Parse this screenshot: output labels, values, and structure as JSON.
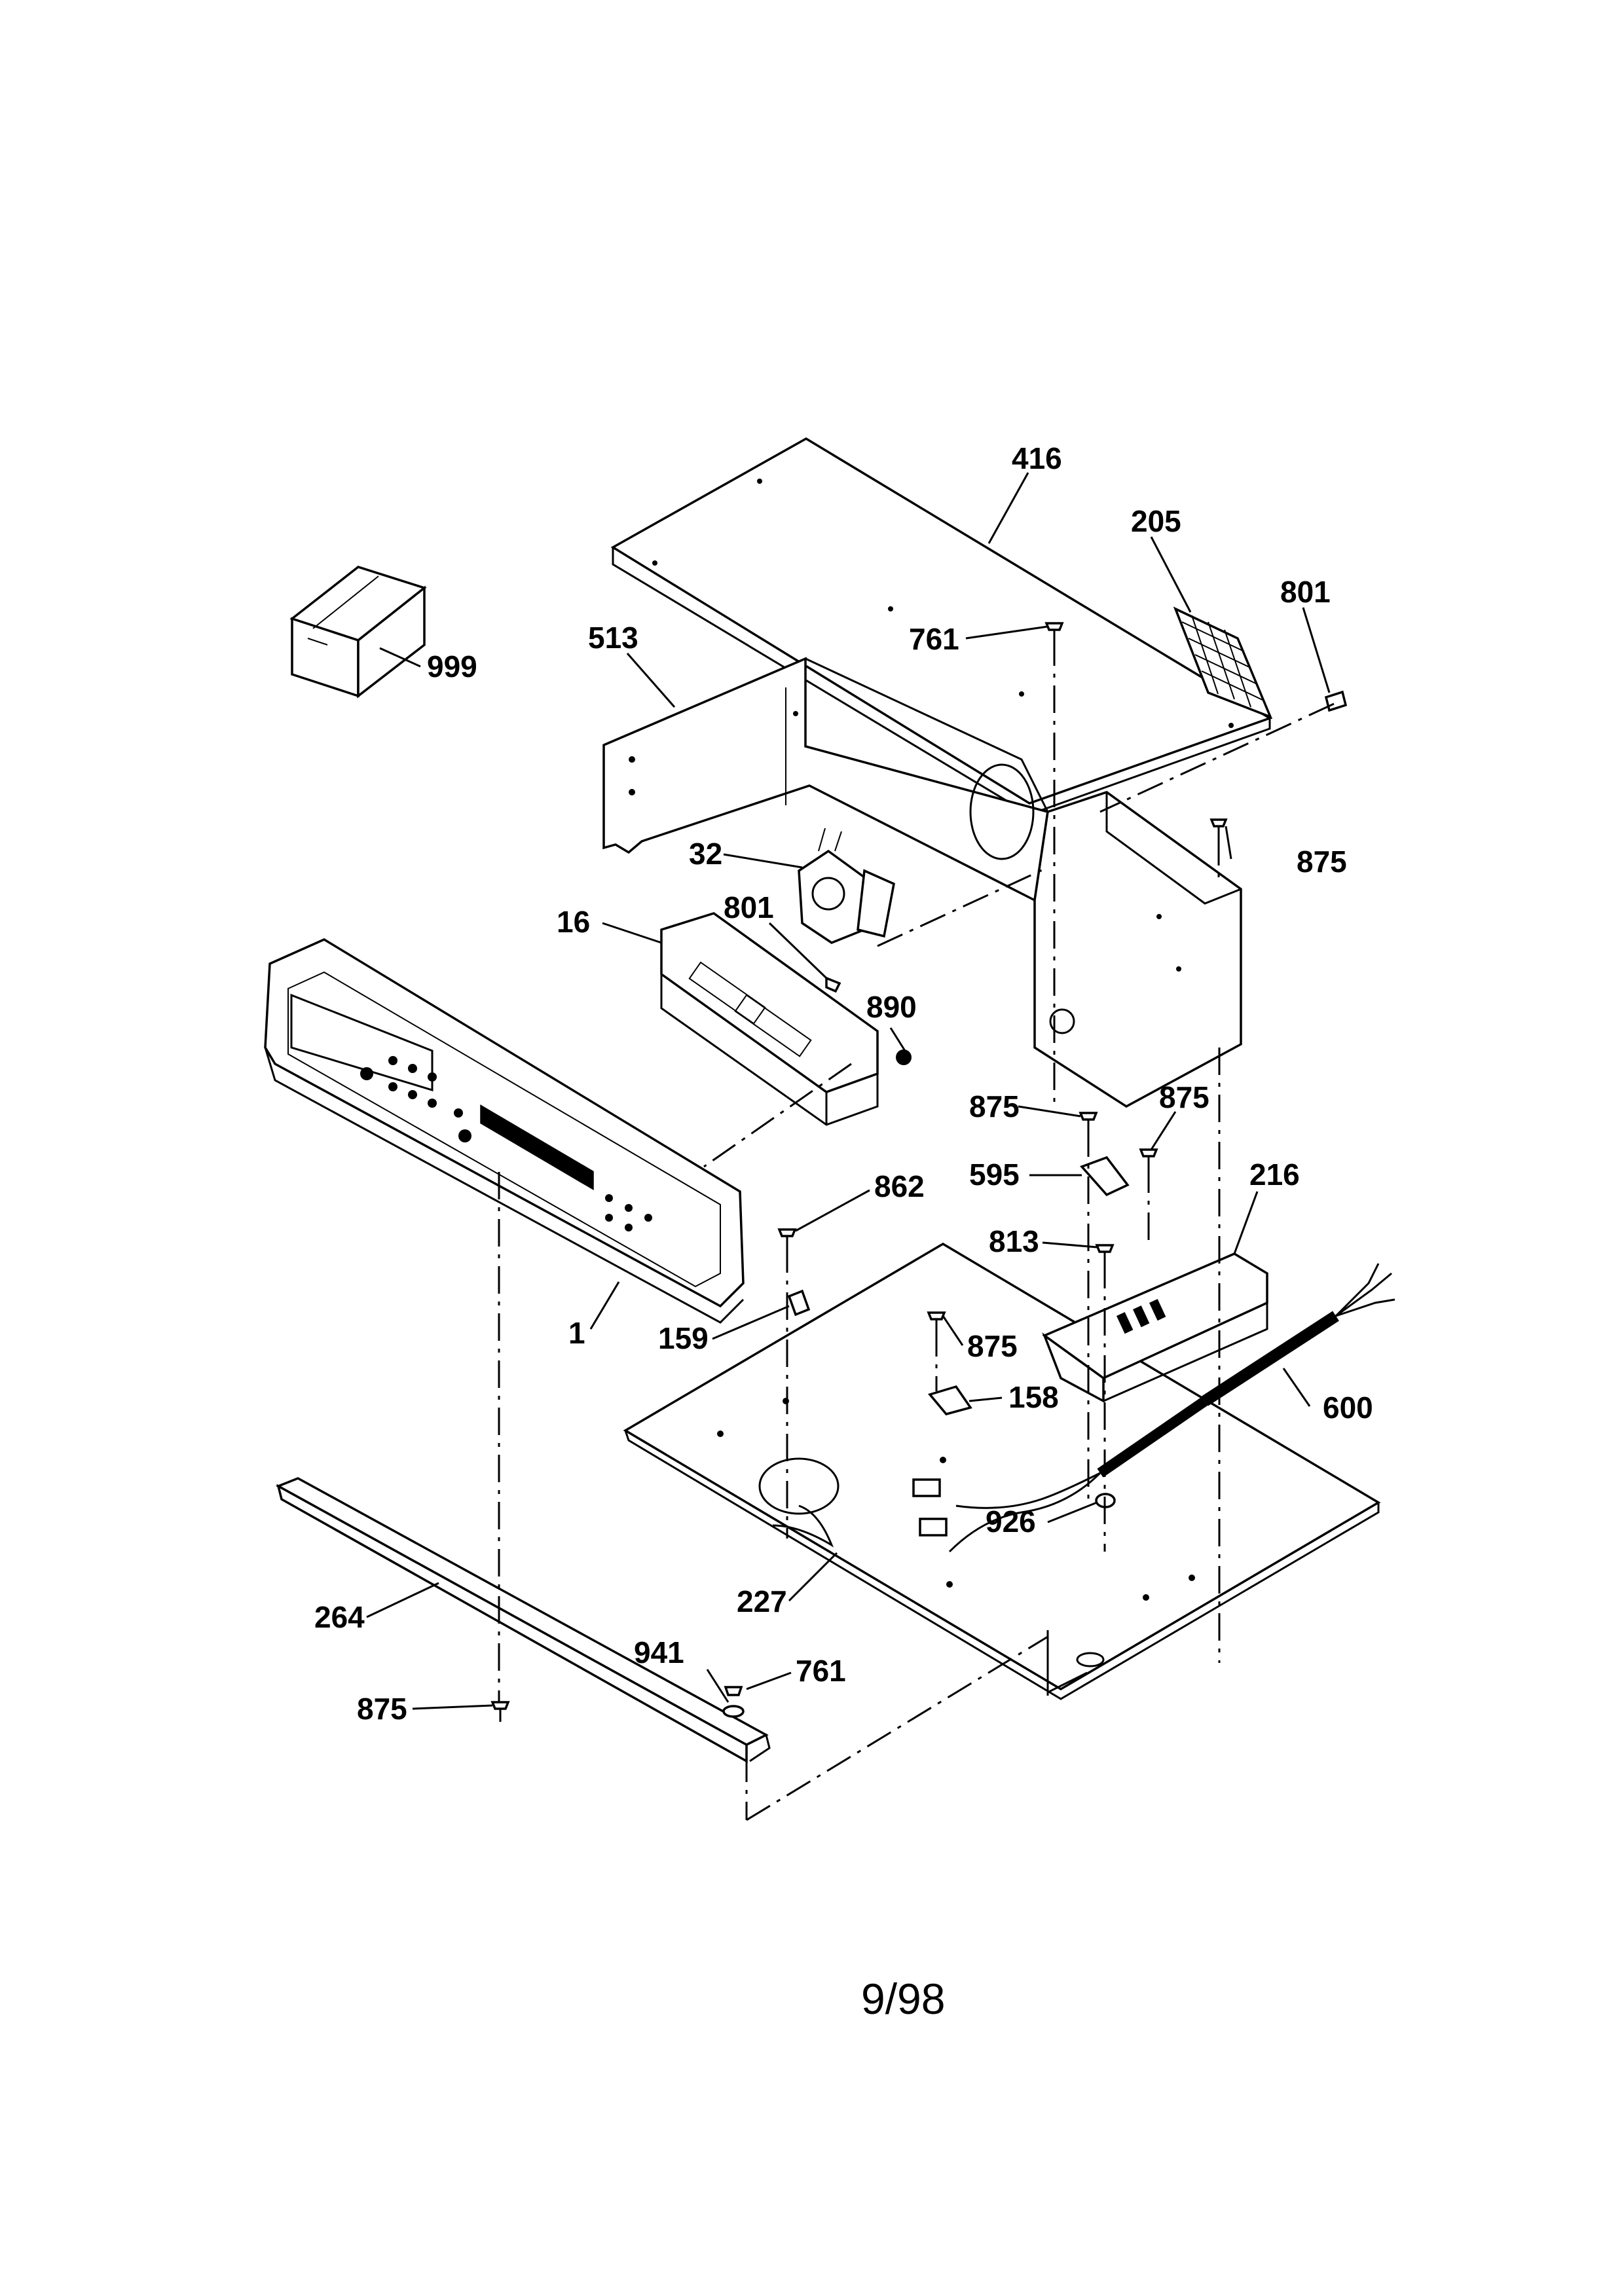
{
  "parts": [
    {
      "id": "p416",
      "number": "416"
    },
    {
      "id": "p205",
      "number": "205"
    },
    {
      "id": "p801a",
      "number": "801"
    },
    {
      "id": "p513",
      "number": "513"
    },
    {
      "id": "p761a",
      "number": "761"
    },
    {
      "id": "p999",
      "number": "999"
    },
    {
      "id": "p32",
      "number": "32"
    },
    {
      "id": "p875a",
      "number": "875"
    },
    {
      "id": "p16",
      "number": "16"
    },
    {
      "id": "p801b",
      "number": "801"
    },
    {
      "id": "p890",
      "number": "890"
    },
    {
      "id": "p875b",
      "number": "875"
    },
    {
      "id": "p875c",
      "number": "875"
    },
    {
      "id": "p595",
      "number": "595"
    },
    {
      "id": "p216",
      "number": "216"
    },
    {
      "id": "p862",
      "number": "862"
    },
    {
      "id": "p813",
      "number": "813"
    },
    {
      "id": "p1",
      "number": "1"
    },
    {
      "id": "p159",
      "number": "159"
    },
    {
      "id": "p875d",
      "number": "875"
    },
    {
      "id": "p158",
      "number": "158"
    },
    {
      "id": "p600",
      "number": "600"
    },
    {
      "id": "p926",
      "number": "926"
    },
    {
      "id": "p227",
      "number": "227"
    },
    {
      "id": "p264",
      "number": "264"
    },
    {
      "id": "p941",
      "number": "941"
    },
    {
      "id": "p761b",
      "number": "761"
    },
    {
      "id": "p875e",
      "number": "875"
    }
  ],
  "footer": {
    "date_code": "9/98"
  }
}
